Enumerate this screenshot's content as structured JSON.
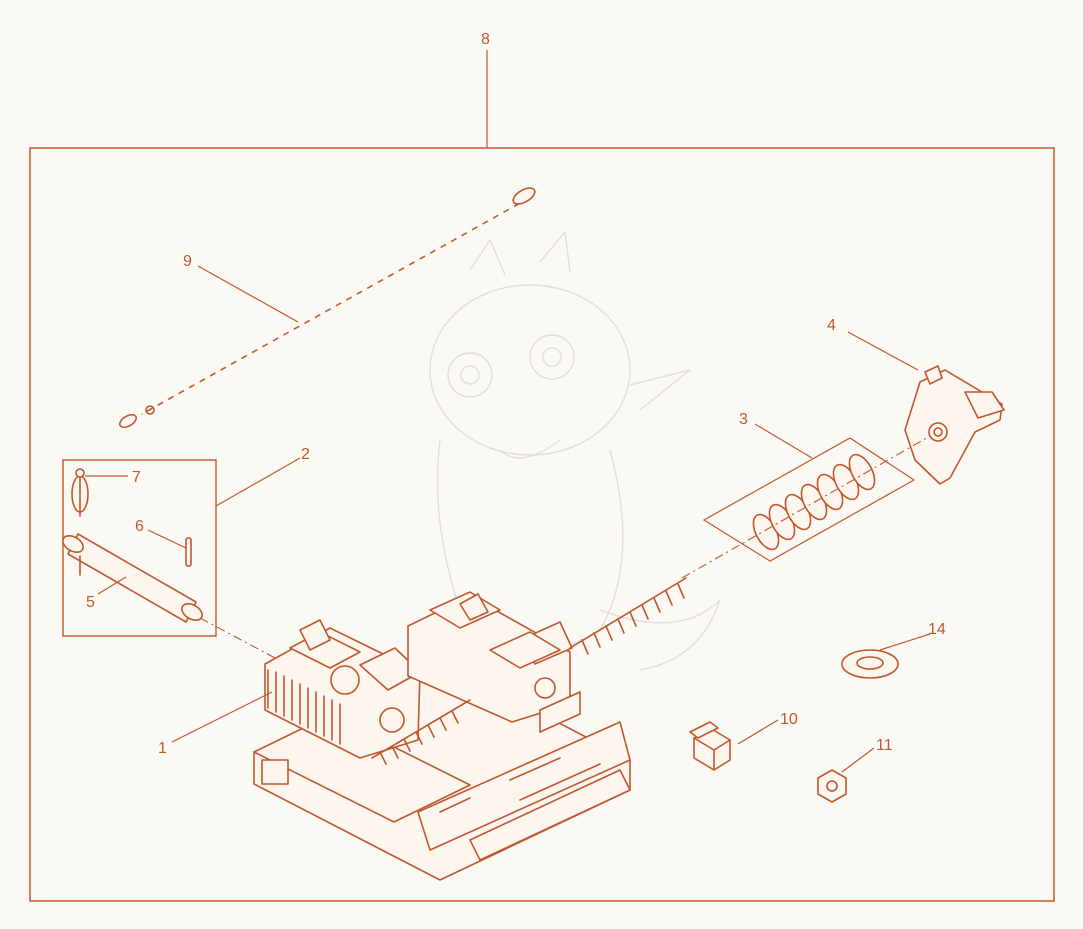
{
  "diagram": {
    "colors": {
      "line": "#c0582f",
      "background": "#fbf9f4",
      "watermark": "#d8d3cb"
    },
    "callouts": {
      "c1": "1",
      "c2": "2",
      "c3": "3",
      "c4": "4",
      "c5": "5",
      "c6": "6",
      "c7": "7",
      "c8": "8",
      "c9": "9",
      "c10": "10",
      "c11": "11",
      "c14": "14"
    }
  }
}
